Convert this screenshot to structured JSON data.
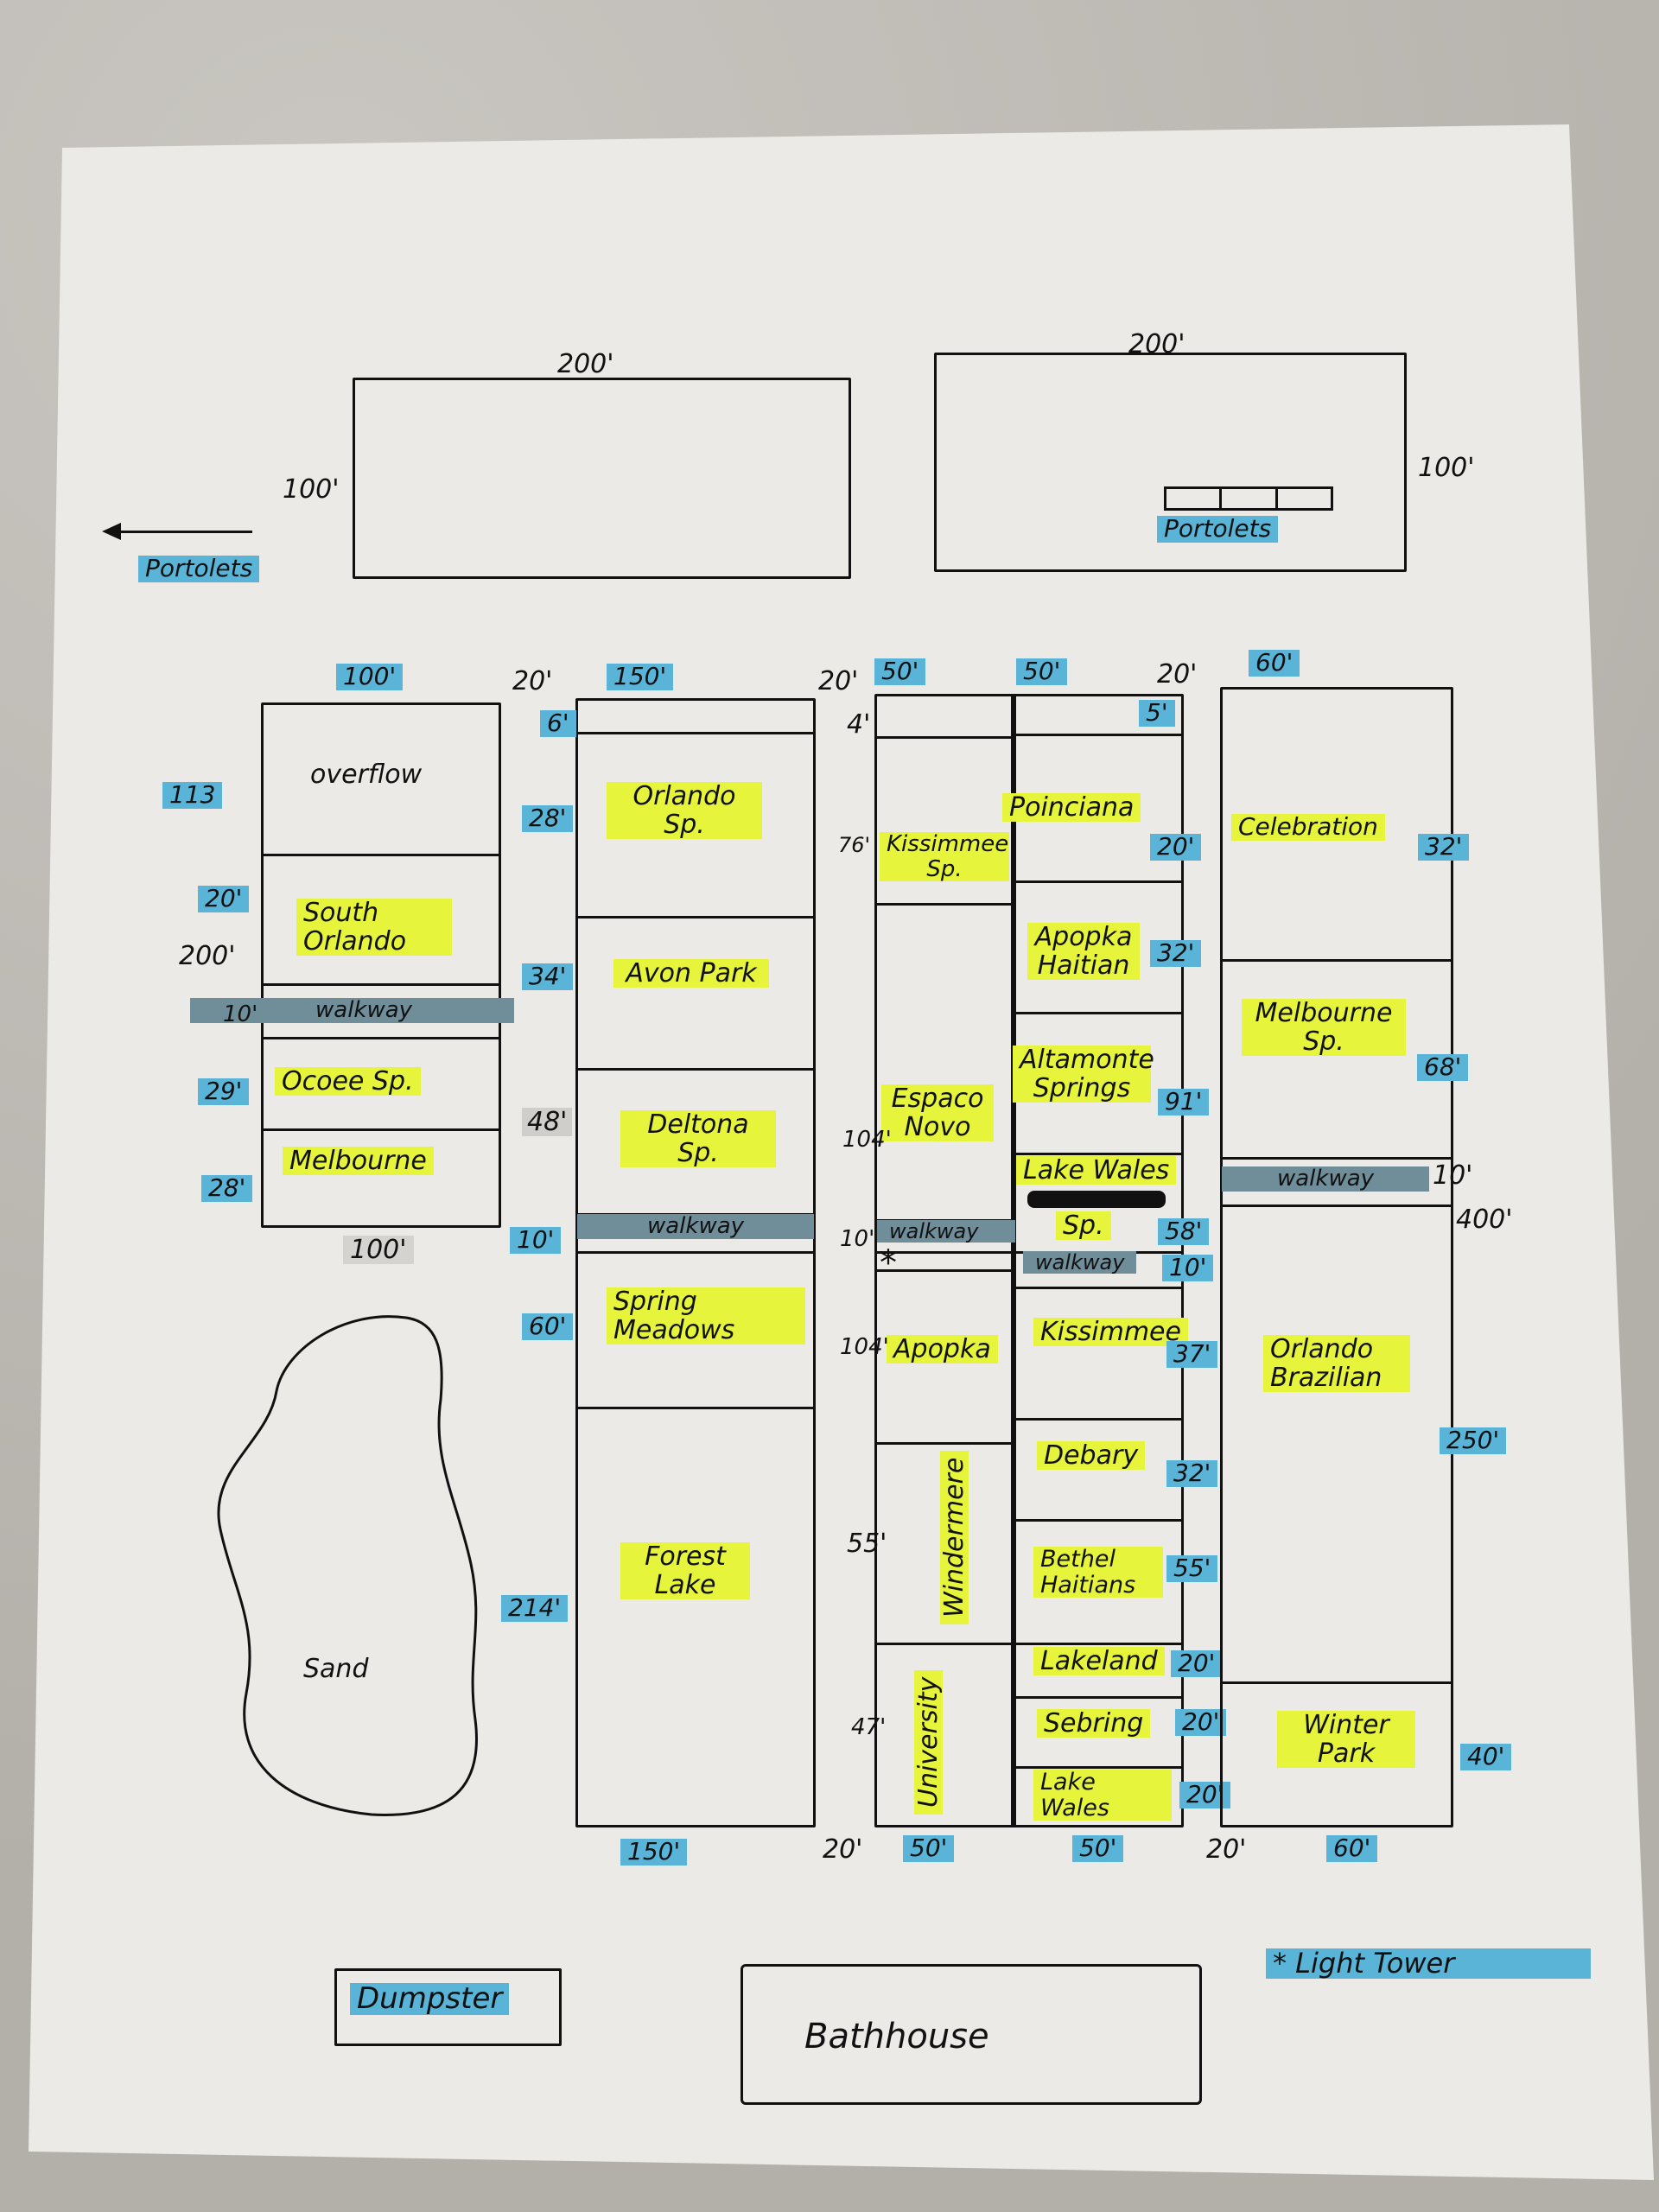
{
  "top_lots": {
    "lot1": {
      "width": "200'",
      "height": "100'"
    },
    "lot2": {
      "width": "200'",
      "height": "100'",
      "label": "Portolets"
    }
  },
  "arrow_label": "Portolets",
  "top_dims": [
    "100'",
    "20'",
    "150'",
    "20'",
    "50'",
    "50'",
    "20'",
    "60'"
  ],
  "bottom_dims": [
    "100'",
    "150'",
    "20'",
    "50'",
    "50'",
    "20'",
    "60'"
  ],
  "col_a": {
    "overflow": "overflow",
    "overflow_dim": "113",
    "south_orlando": "South Orlando",
    "south_orlando_dim": "20'",
    "total_dim": "200'",
    "walkway": "walkway",
    "walkway_dim": "10'",
    "ocoee": "Ocoee Sp.",
    "ocoee_dim": "29'",
    "melbourne": "Melbourne",
    "melbourne_dim": "28'"
  },
  "col_b": {
    "top_dim": "6'",
    "orlando": "Orlando Sp.",
    "orlando_dim": "28'",
    "avon": "Avon Park",
    "avon_dim": "34'",
    "deltona": "Deltona Sp.",
    "deltona_dim": "48'",
    "walkway": "walkway",
    "walkway_dim": "10'",
    "spring": "Spring Meadows",
    "spring_dim": "60'",
    "forest": "Forest Lake",
    "forest_dim": "214'"
  },
  "col_c_left": {
    "top_dim": "4'",
    "kissimmee_sp": "Kissimmee Sp.",
    "kissimmee_sp_dim": "76'",
    "espaco": "Espaco Novo",
    "espaco_dim": "104'",
    "walkway": "walkway",
    "walkway_dim": "10'",
    "apopka": "Apopka",
    "apopka_dim": "104'",
    "windermere": "Windermere",
    "windermere_dim": "55'",
    "university": "University",
    "university_dim": "47'"
  },
  "col_c_right": {
    "top_dim": "5'",
    "poinciana": "Poinciana",
    "poinciana_dim": "20'",
    "apopka_haitian": "Apopka Haitian",
    "apopka_haitian_dim": "32'",
    "altamonte": "Altamonte Springs",
    "altamonte_dim": "91'",
    "lake_wales_sp": "Lake Wales",
    "lake_wales_sp2": "Sp.",
    "lake_wales_sp_dim": "58'",
    "walkway": "walkway",
    "walkway_dim": "10'",
    "kissimmee": "Kissimmee",
    "kissimmee_dim": "37'",
    "debary": "Debary",
    "debary_dim": "32'",
    "bethel": "Bethel Haitians",
    "bethel_dim": "55'",
    "lakeland": "Lakeland",
    "lakeland_dim": "20'",
    "sebring": "Sebring",
    "sebring_dim": "20'",
    "lake_wales": "Lake Wales",
    "lake_wales_dim": "20'"
  },
  "col_d": {
    "celebration": "Celebration",
    "celebration_dim": "32'",
    "melbourne_sp": "Melbourne Sp.",
    "melbourne_sp_dim": "68'",
    "walkway": "walkway",
    "walkway_dim": "10'",
    "total_dim": "400'",
    "orlando_brazilian": "Orlando Brazilian",
    "orlando_brazilian_dim": "250'",
    "winter_park": "Winter Park",
    "winter_park_dim": "40'"
  },
  "sand": "Sand",
  "dumpster": "Dumpster",
  "bathhouse": "Bathhouse",
  "light_tower": "* Light Tower",
  "asterisk": "*",
  "colors": {
    "yellow": "#e6f53c",
    "blue": "#5ab4d8"
  }
}
